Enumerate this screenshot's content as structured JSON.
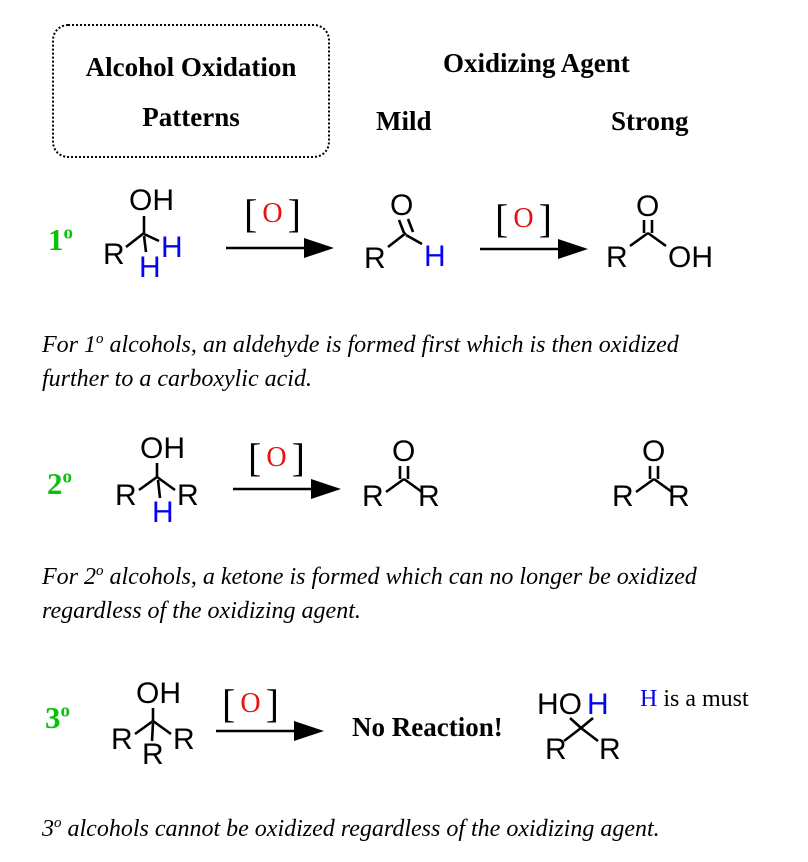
{
  "palette": {
    "degree_green": "#0bc20b",
    "hydrogen_blue": "#0404ee",
    "oxidant_red": "#e91111",
    "ink_black": "#000000"
  },
  "header": {
    "box_line1": "Alcohol Oxidation",
    "box_line2": "Patterns",
    "column_title": "Oxidizing Agent",
    "col_mild": "Mild",
    "col_strong": "Strong"
  },
  "oxidant": {
    "open": "[",
    "o": "O",
    "close": "]"
  },
  "atoms": {
    "oh": "OH",
    "ho": "HO",
    "o": "O",
    "r": "R",
    "h": "H"
  },
  "degrees": {
    "primary": {
      "num": "1",
      "sup": "o"
    },
    "secondary": {
      "num": "2",
      "sup": "o"
    },
    "tertiary": {
      "num": "3",
      "sup": "o"
    }
  },
  "tertiary_row": {
    "no_reaction": "No Reaction!",
    "h_note_h": "H",
    "h_note_rest": " is a must"
  },
  "captions": {
    "primary": {
      "pre": "For 1",
      "sup": "o",
      "rest1": " alcohols, an aldehyde is formed first which is then oxidized",
      "line2": "further to a carboxylic acid."
    },
    "secondary": {
      "pre": "For 2",
      "sup": "o",
      "rest1": " alcohols, a ketone is formed which can no longer be oxidized",
      "line2": "regardless of the oxidizing agent."
    },
    "tertiary": {
      "pre": "3",
      "sup": "o",
      "rest1": " alcohols cannot be oxidized regardless of the oxidizing agent."
    }
  }
}
